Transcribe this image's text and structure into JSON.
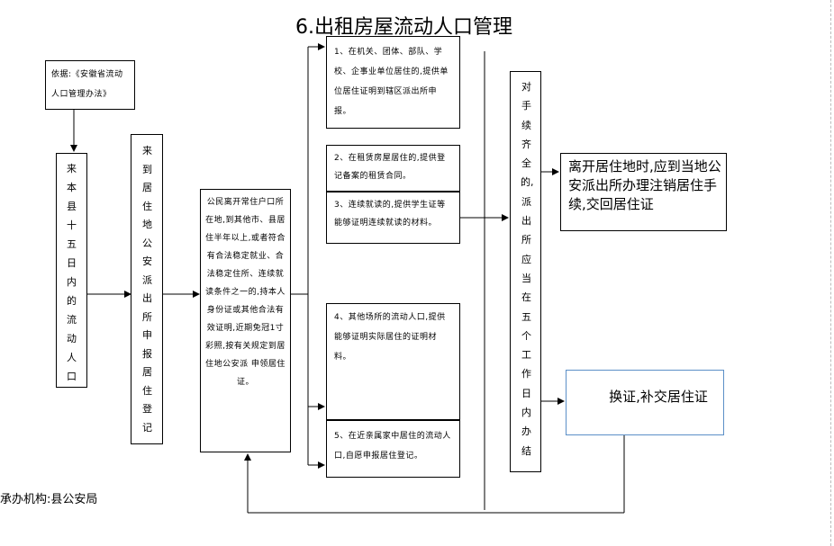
{
  "title": "6.出租房屋流动人口管理",
  "basis": "依据:《安徽省流动人口管理办法》",
  "col1": "来本县十五日内的流动人口",
  "col2": "来到居住地公安派出所申报居住登记",
  "conditions": "公民离开常住户口所在地,到其他市、县居住半年以上,或者符合有合法稳定就业、合法稳定住所、连续就读条件之一的,持本人身份证或其他合法有效证明,近期免冠1寸彩照,按有关规定到居住地公安派 申领居住证。",
  "items": [
    "1、在机关、团体、部队、学校、企事业单位居住的,提供单位居住证明到辖区派出所申报。",
    "2、在租赁房屋居住的,提供登记备案的租赁合同。",
    "3、连续就读的,提供学生证等能够证明连续就读的材料。",
    "4、其他场所的流动人口,提供能够证明实际居住的证明材料。",
    "5、在近亲属家中居住的流动人口,自愿申报居住登记。"
  ],
  "process": "对手续齐全的,派出所应当在五个工作日内办结",
  "leave": "离开居住地时,应到当地公安派出所办理注销居住手续,交回居住证",
  "renew": "换证,补交居住证",
  "footer": "承办机构:县公安局",
  "colors": {
    "line": "#000000",
    "renew_border": "#5b8fc7",
    "background": "#ffffff"
  }
}
